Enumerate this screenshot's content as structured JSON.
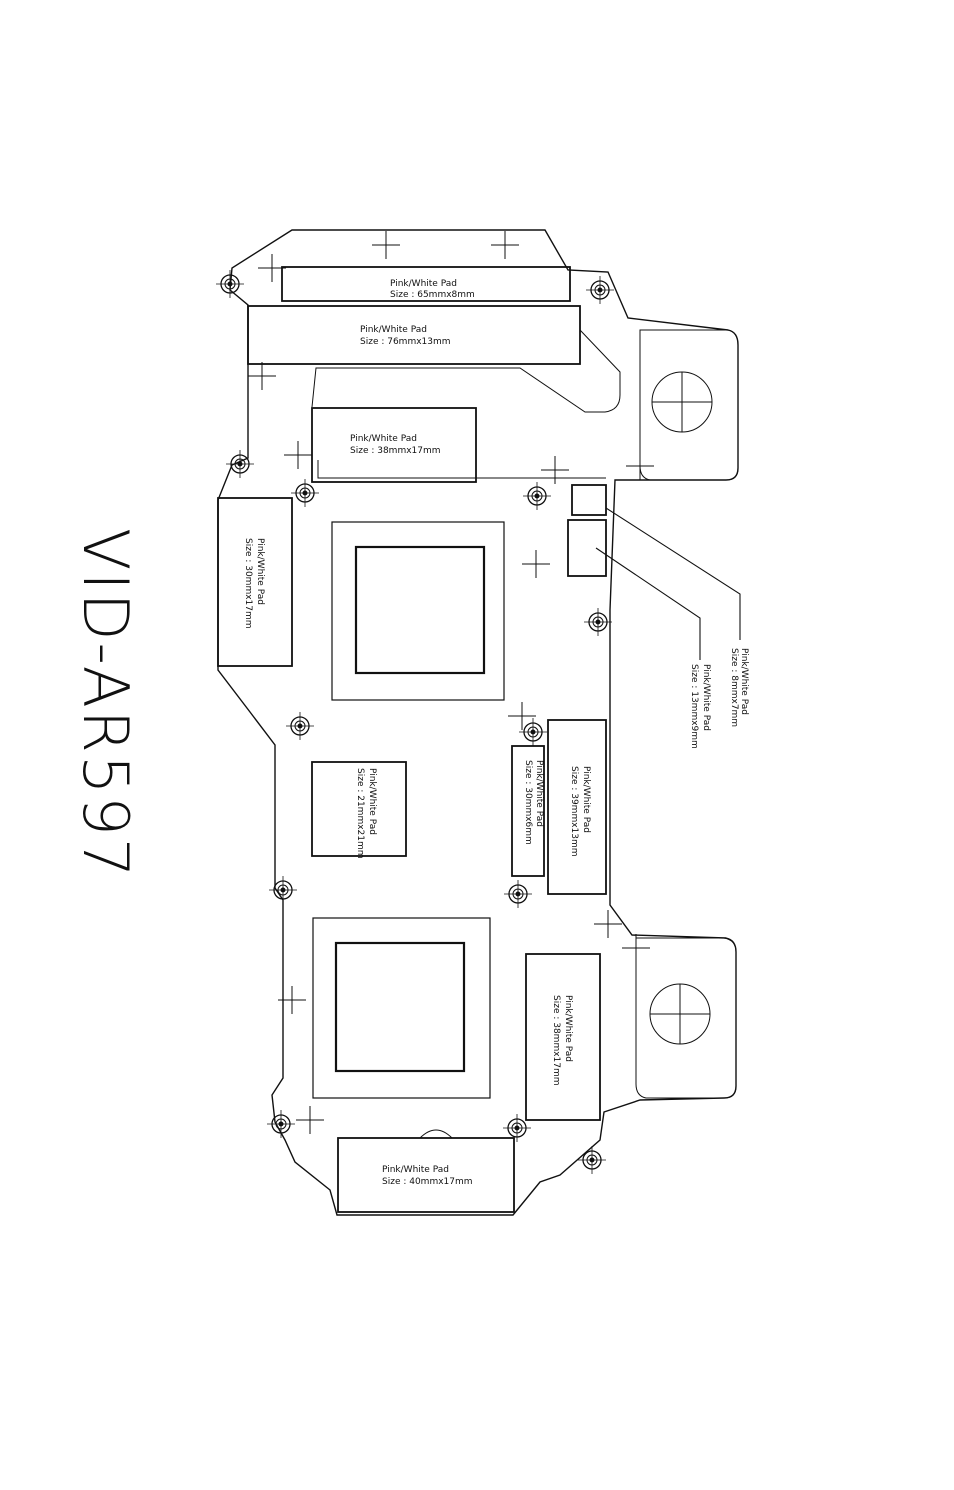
{
  "title": "VID-AR597",
  "pads": [
    {
      "id": "pad-65x8",
      "label": "Pink/White Pad",
      "size": "Size : 65mmx8mm"
    },
    {
      "id": "pad-76x13",
      "label": "Pink/White Pad",
      "size": "Size : 76mmx13mm"
    },
    {
      "id": "pad-38x17-top",
      "label": "Pink/White Pad",
      "size": "Size : 38mmx17mm"
    },
    {
      "id": "pad-30x17",
      "label": "Pink/White Pad",
      "size": "Size : 30mmx17mm"
    },
    {
      "id": "pad-21x21",
      "label": "Pink/White Pad",
      "size": "Size : 21mmx21mm"
    },
    {
      "id": "pad-30x6",
      "label": "Pink/White Pad",
      "size": "Size : 30mmx6mm"
    },
    {
      "id": "pad-39x13",
      "label": "Pink/White Pad",
      "size": "Size : 39mmx13mm"
    },
    {
      "id": "pad-38x17-bottom",
      "label": "Pink/White Pad",
      "size": "Size : 38mmx17mm"
    },
    {
      "id": "pad-40x17",
      "label": "Pink/White Pad",
      "size": "Size : 40mmx17mm"
    },
    {
      "id": "pad-8x7",
      "label": "Pink/White Pad",
      "size": "Size : 8mmx7mm"
    },
    {
      "id": "pad-13x9",
      "label": "Pink/White Pad",
      "size": "Size : 13mmx9mm"
    }
  ]
}
